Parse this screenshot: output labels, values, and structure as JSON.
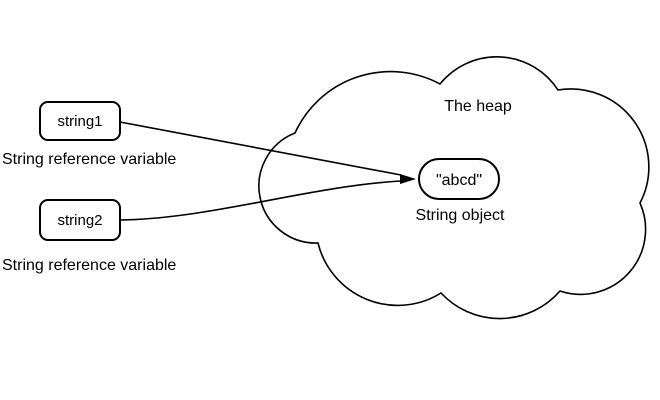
{
  "diagram": {
    "heap": {
      "label": "The heap"
    },
    "string_object": {
      "value": "\"abcd\"",
      "caption": "String object"
    },
    "references": [
      {
        "name": "string1",
        "caption": "String reference variable"
      },
      {
        "name": "string2",
        "caption": "String reference variable"
      }
    ],
    "colors": {
      "stroke": "#000000",
      "fill": "#ffffff",
      "background": "#ffffff",
      "text": "#000000"
    }
  }
}
